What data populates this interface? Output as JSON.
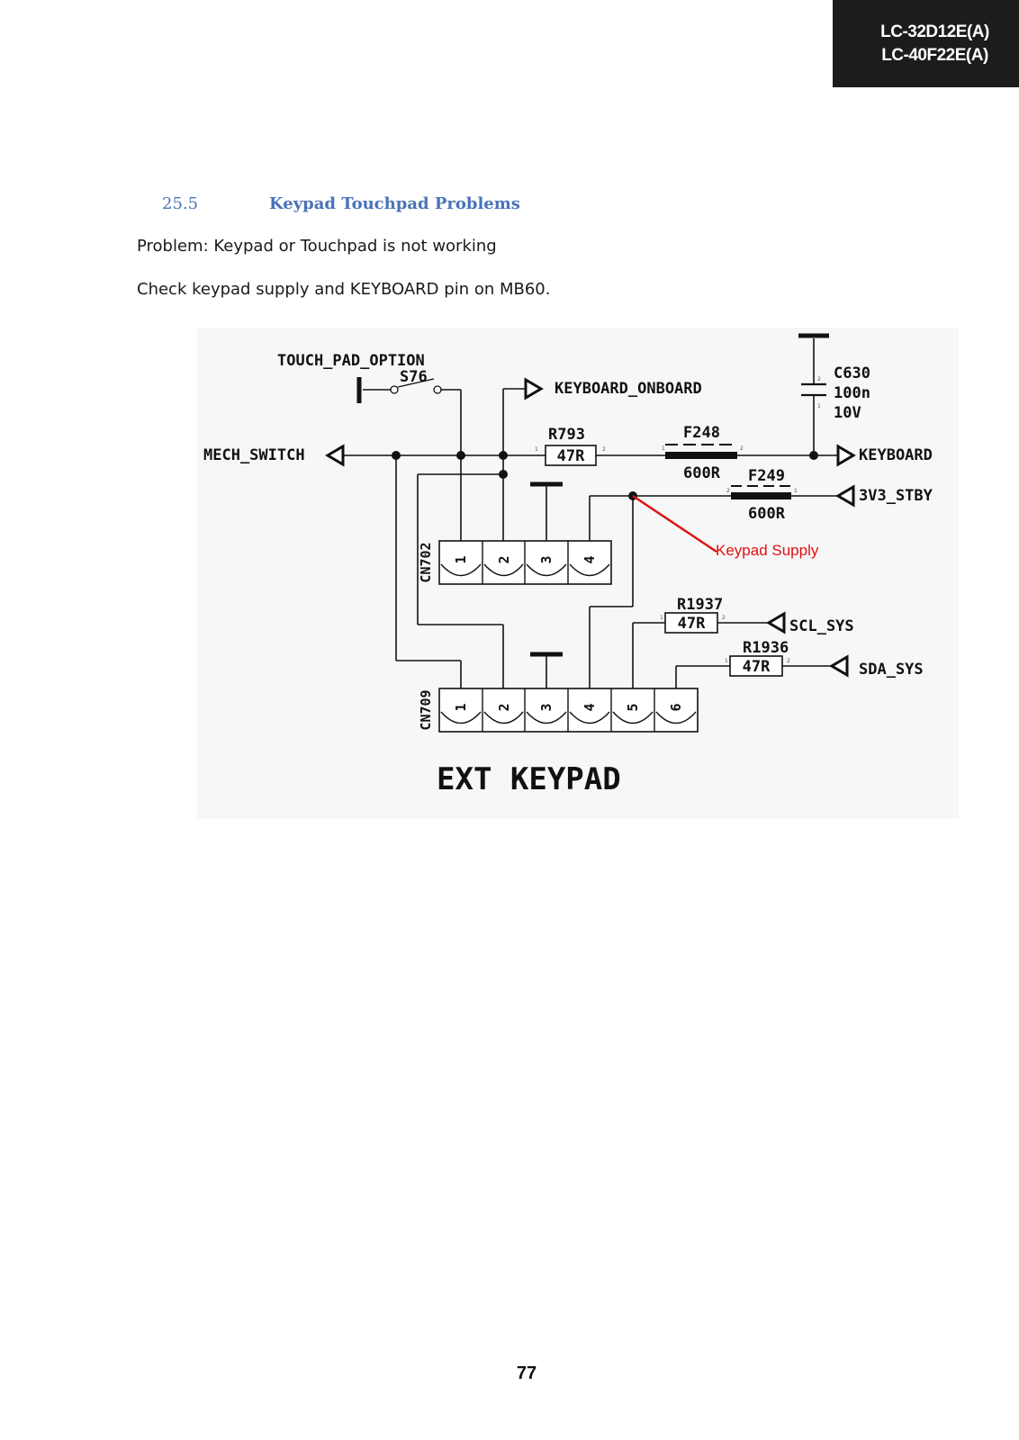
{
  "header": {
    "models": [
      "LC-32D12E(A)",
      "LC-40F22E(A)"
    ]
  },
  "section": {
    "number": "25.5",
    "title": "Keypad Touchpad Problems"
  },
  "paragraphs": {
    "problem": "Problem: Keypad or Touchpad is not working",
    "check": "Check keypad supply and KEYBOARD pin on MB60."
  },
  "schematic": {
    "title": "EXT KEYPAD",
    "option_label": "TOUCH_PAD_OPTION",
    "switch_ref": "S76",
    "nets": {
      "keyboard_onboard": "KEYBOARD_ONBOARD",
      "mech_switch": "MECH_SWITCH",
      "keyboard": "KEYBOARD",
      "stby": "3V3_STBY",
      "scl": "SCL_SYS",
      "sda": "SDA_SYS"
    },
    "components": {
      "c630": {
        "ref": "C630",
        "value": "100n",
        "voltage": "10V"
      },
      "r793": {
        "ref": "R793",
        "value": "47R"
      },
      "f248": {
        "ref": "F248",
        "value": "600R"
      },
      "f249": {
        "ref": "F249",
        "value": "600R"
      },
      "r1937": {
        "ref": "R1937",
        "value": "47R"
      },
      "r1936": {
        "ref": "R1936",
        "value": "47R"
      }
    },
    "connectors": {
      "cn702": {
        "ref": "CN702",
        "pins": [
          "1",
          "2",
          "3",
          "4"
        ]
      },
      "cn709": {
        "ref": "CN709",
        "pins": [
          "1",
          "2",
          "3",
          "4",
          "5",
          "6"
        ]
      }
    },
    "annotation": "Keypad Supply",
    "annotation_color": "#e01010"
  },
  "footer": {
    "page_number": "77"
  }
}
